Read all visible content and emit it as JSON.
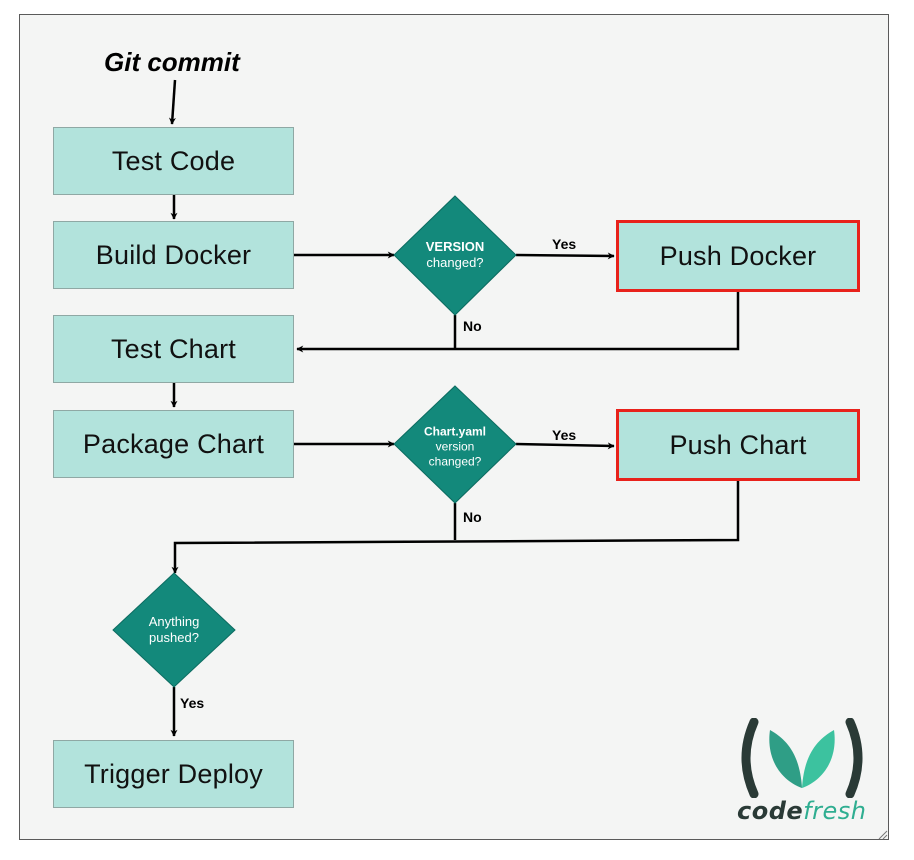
{
  "diagram": {
    "start_label": "Git commit",
    "nodes": {
      "test_code": "Test Code",
      "build_docker": "Build Docker",
      "push_docker": "Push Docker",
      "test_chart": "Test Chart",
      "package_chart": "Package Chart",
      "push_chart": "Push Chart",
      "trigger_deploy": "Trigger Deploy"
    },
    "decisions": {
      "version_changed": {
        "line1": "VERSION",
        "line2": "changed?"
      },
      "chart_yaml_changed": {
        "line1": "Chart.yaml",
        "line2": "version",
        "line3": "changed?"
      },
      "anything_pushed": {
        "line1": "Anything",
        "line2": "pushed?"
      }
    },
    "edge_labels": {
      "version_yes": "Yes",
      "version_no": "No",
      "chart_yes": "Yes",
      "chart_no": "No",
      "pushed_yes": "Yes"
    },
    "highlight_color": "#e8221b",
    "node_color": "#b2e3dc",
    "decision_color": "#13897b"
  },
  "logo": {
    "name_part1": "code",
    "name_part2": "fresh",
    "icon": "leaf-in-parentheses-icon"
  }
}
